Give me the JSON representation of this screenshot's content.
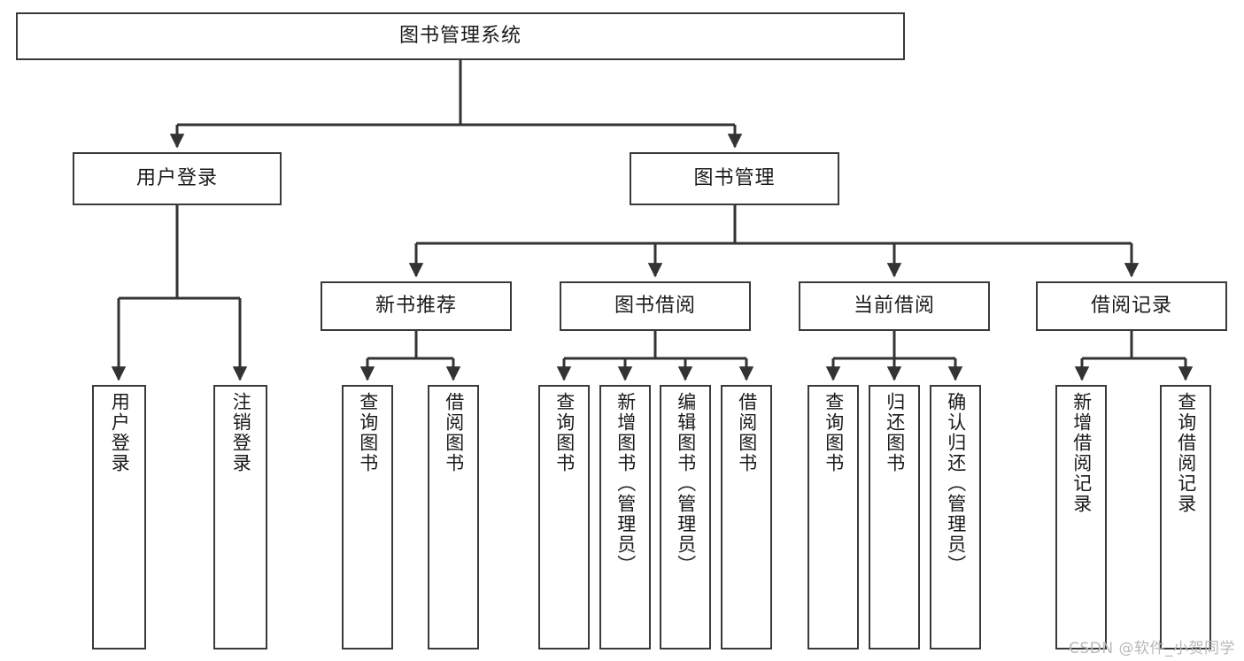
{
  "diagram": {
    "title": "图书管理系统",
    "type": "tree",
    "orientation": "top-down",
    "colors": {
      "box_border": "#3a3a3a",
      "box_fill": "#ffffff",
      "connector": "#333333",
      "text": "#1a1a1a",
      "watermark": "#b9b9b9",
      "background": "#ffffff"
    },
    "root": {
      "id": "root",
      "label": "图书管理系统"
    },
    "level2": [
      {
        "id": "user-login",
        "label": "用户登录"
      },
      {
        "id": "book-manage",
        "label": "图书管理"
      }
    ],
    "level3": [
      {
        "id": "new-book-recommend",
        "label": "新书推荐",
        "parent": "book-manage"
      },
      {
        "id": "book-borrow",
        "label": "图书借阅",
        "parent": "book-manage"
      },
      {
        "id": "current-borrow",
        "label": "当前借阅",
        "parent": "book-manage"
      },
      {
        "id": "borrow-record",
        "label": "借阅记录",
        "parent": "book-manage"
      }
    ],
    "leaves": [
      {
        "id": "leaf-user-login",
        "label": "用户登录",
        "parent": "user-login"
      },
      {
        "id": "leaf-logout-login",
        "label": "注销登录",
        "parent": "user-login"
      },
      {
        "id": "leaf-query-book-1",
        "label": "查询图书",
        "parent": "new-book-recommend"
      },
      {
        "id": "leaf-borrow-book-1",
        "label": "借阅图书",
        "parent": "new-book-recommend"
      },
      {
        "id": "leaf-query-book-2",
        "label": "查询图书",
        "parent": "book-borrow"
      },
      {
        "id": "leaf-add-book",
        "label": "新增图书（管理员）",
        "parent": "book-borrow"
      },
      {
        "id": "leaf-edit-book",
        "label": "编辑图书（管理员）",
        "parent": "book-borrow"
      },
      {
        "id": "leaf-borrow-book-2",
        "label": "借阅图书",
        "parent": "book-borrow"
      },
      {
        "id": "leaf-query-book-3",
        "label": "查询图书",
        "parent": "current-borrow"
      },
      {
        "id": "leaf-return-book",
        "label": "归还图书",
        "parent": "current-borrow"
      },
      {
        "id": "leaf-confirm-return",
        "label": "确认归还（管理员）",
        "parent": "current-borrow"
      },
      {
        "id": "leaf-add-record",
        "label": "新增借阅记录",
        "parent": "borrow-record"
      },
      {
        "id": "leaf-query-record",
        "label": "查询借阅记录",
        "parent": "borrow-record"
      }
    ],
    "watermark": "CSDN @软件_小贺同学"
  }
}
